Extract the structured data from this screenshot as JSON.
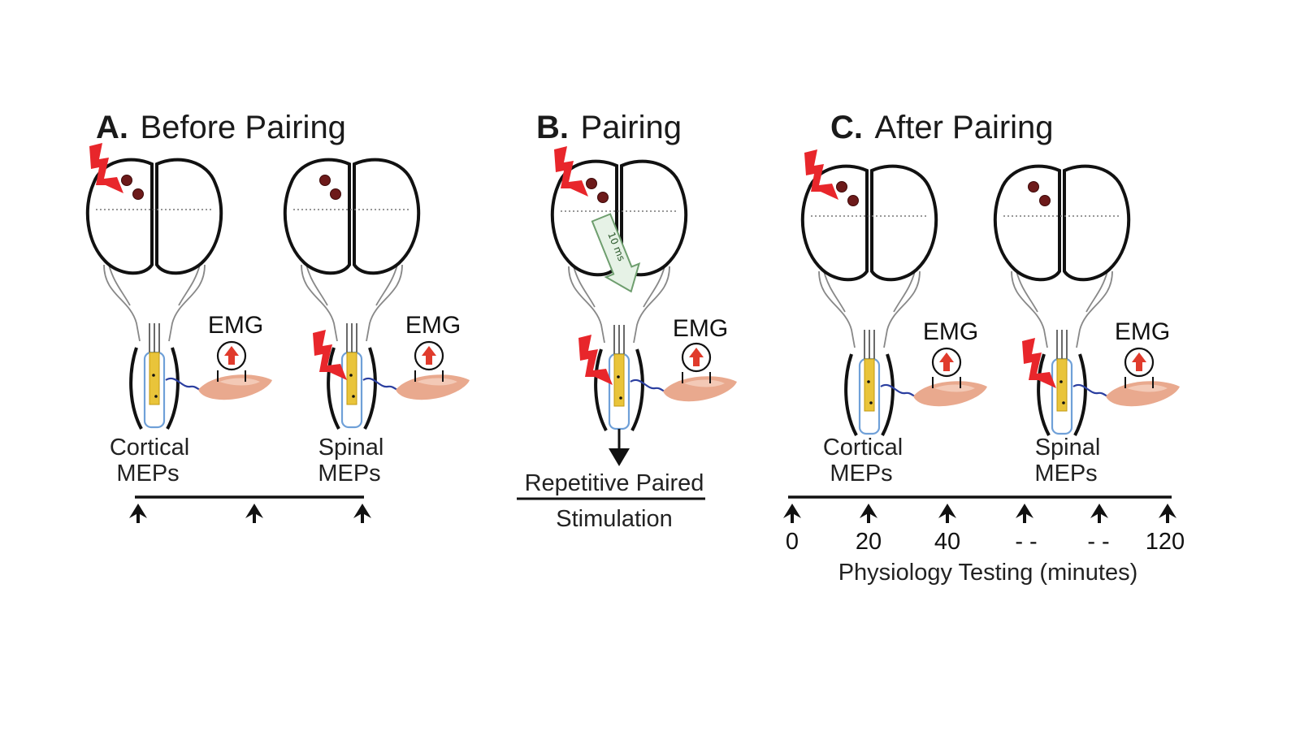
{
  "panels": {
    "a": {
      "letter": "A.",
      "title": "Before Pairing"
    },
    "b": {
      "letter": "B.",
      "title": "Pairing"
    },
    "c": {
      "letter": "C.",
      "title": "After Pairing"
    }
  },
  "labels": {
    "emg": "EMG",
    "cortical_line1": "Cortical",
    "cortical_line2": "MEPs",
    "spinal_line1": "Spinal",
    "spinal_line2": "MEPs",
    "pairing_line1": "Repetitive Paired",
    "pairing_line2": "Stimulation",
    "interval": "10 ms"
  },
  "timeline_c": {
    "ticks": [
      "0",
      "20",
      "40",
      "- -",
      "- -",
      "120"
    ],
    "title": "Physiology Testing (minutes)"
  },
  "colors": {
    "bolt": "#e8262b",
    "electrode_dot": "#6d1a1a",
    "gray_matter": "#e9c43a",
    "nerve": "#2b3fa0",
    "muscle": "#e9a98e",
    "interval_arrow": "#6e9e6e"
  },
  "icons": [
    "lightning-bolt-icon",
    "up-arrow-icon",
    "down-arrow-icon"
  ]
}
